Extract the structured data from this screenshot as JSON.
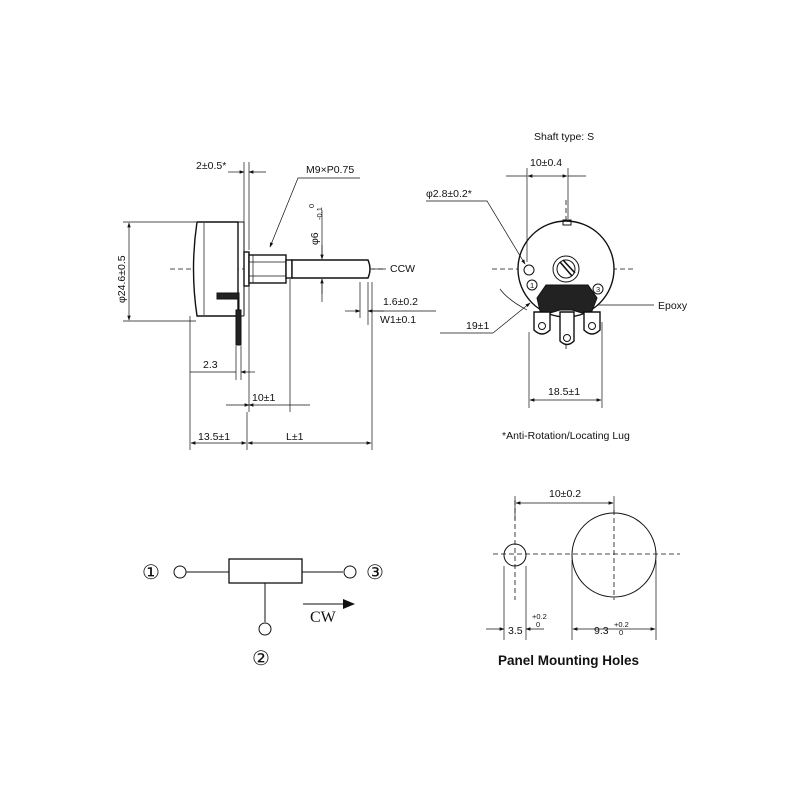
{
  "side_view": {
    "flange_thickness": "2±0.5*",
    "thread": "M9×P0.75",
    "shaft_dia": "φ6",
    "shaft_dia_tol": "-0.1",
    "shaft_dia_tol_upper": "0",
    "body_dia": "φ24.6±0.5",
    "ccw": "CCW",
    "slot": "1.6±0.2",
    "w1": "W1±0.1",
    "terminal_offset": "2.3",
    "bushing_length": "10±1",
    "body_depth": "13.5±1",
    "shaft_length": "L±1"
  },
  "front_view": {
    "shaft_type": "Shaft type: S",
    "width_top": "10±0.4",
    "lug_dia": "φ2.8±0.2*",
    "angle": "19±1",
    "epoxy": "Epoxy",
    "terminal_span": "18.5±1",
    "footnote": "*Anti-Rotation/Locating Lug",
    "terminal_1": "1",
    "terminal_3": "3"
  },
  "schematic": {
    "t1": "①",
    "t2": "②",
    "t3": "③",
    "cw": "CW"
  },
  "panel": {
    "spacing": "10±0.2",
    "small_hole": "3.5",
    "small_tol_upper": "+0.2",
    "small_tol_lower": "0",
    "large_hole": "9.3",
    "large_tol_upper": "+0.2",
    "large_tol_lower": "0",
    "title": "Panel Mounting Holes"
  }
}
